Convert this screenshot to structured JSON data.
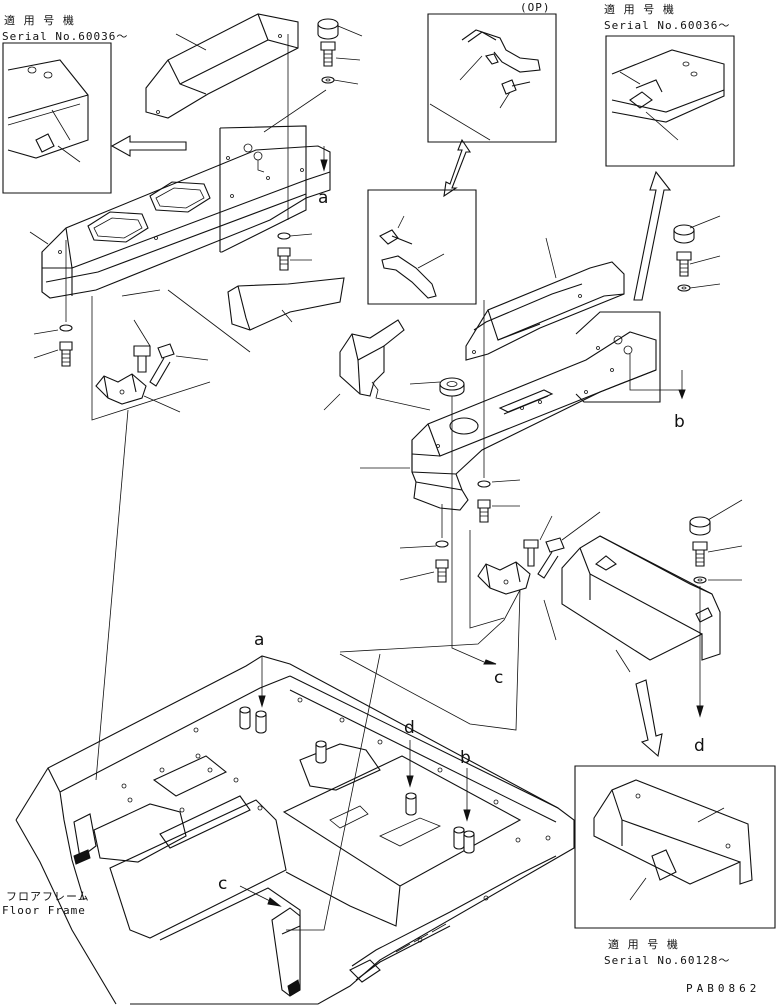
{
  "labels": {
    "applicable_jp": "適 用 号 機",
    "serial_60036": "Serial No.60036～",
    "serial_60128": "Serial No.60128～",
    "op": "(OP)",
    "floor_frame_jp": "フロアフレーム",
    "floor_frame_en": "Floor Frame",
    "drawing_code": "PAB0862"
  },
  "refs": {
    "a": "a",
    "b": "b",
    "c": "c",
    "d": "d"
  }
}
